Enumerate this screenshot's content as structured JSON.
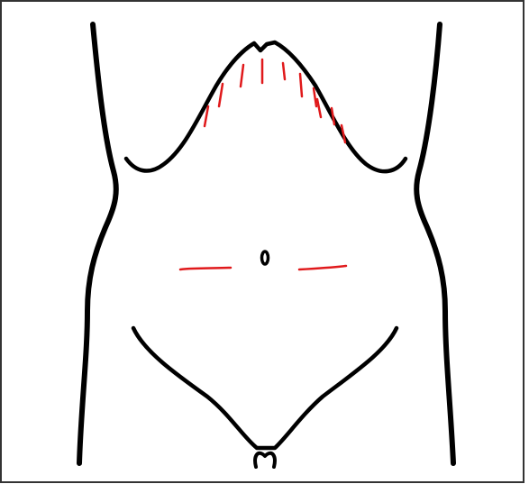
{
  "diagram": {
    "subject": "abdomen-torso-outline",
    "view": "anterior",
    "colors": {
      "background": "#ffffff",
      "frame": "#333333",
      "outline": "#000000",
      "marks": "#e0191b"
    },
    "regions": [
      {
        "id": "subcostal-region",
        "mark_count": 10,
        "style": "short-vertical-strokes"
      },
      {
        "id": "left-transverse-line",
        "mark_count": 1,
        "style": "horizontal-stroke"
      },
      {
        "id": "right-transverse-line",
        "mark_count": 1,
        "style": "horizontal-stroke"
      }
    ],
    "landmarks": [
      "left-flank",
      "right-flank",
      "costal-margin",
      "umbilicus",
      "inguinal-lines",
      "groin"
    ]
  }
}
